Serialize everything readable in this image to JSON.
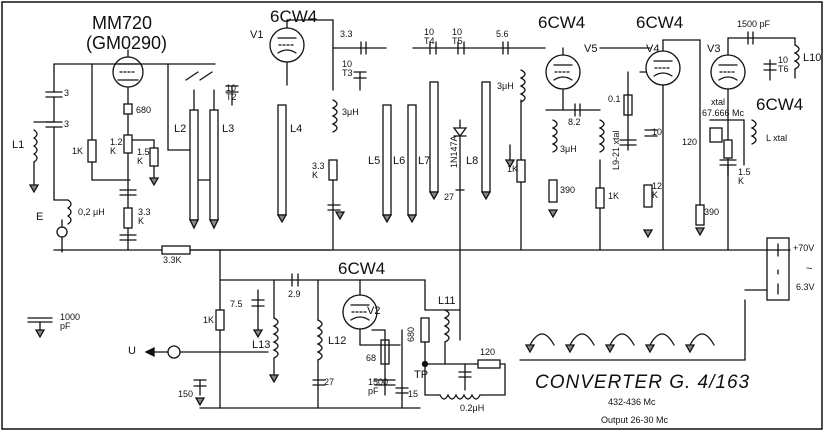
{
  "title": "CONVERTER  G. 4/163",
  "specs": {
    "input": "432-436 Mc",
    "output": "Output 26-30 Mc"
  },
  "tubes": {
    "mm720": "MM720",
    "gm0290": "(GM0290)",
    "v1_type": "6CW4",
    "v1": "V1",
    "v2_type": "6CW4",
    "v2": "V2",
    "v5_type": "6CW4",
    "v5": "V5",
    "v4_type": "6CW4",
    "v4": "V4",
    "v3_type": "6CW4",
    "v3": "V3"
  },
  "parts": {
    "c3a": "3",
    "c3b": "3",
    "l1": "L1",
    "r1k": "1K",
    "r680": "680",
    "r12k": "1.2\nK",
    "r15k": "1.5\nK",
    "r33k_v": "3.3\nK",
    "l02a": "0,2 μH",
    "e": "E",
    "r33k_h": "3.3K",
    "l2": "L2",
    "l3": "L3",
    "c10t2": "10\nT2",
    "l4": "L4",
    "c33": "3.3",
    "c10t3": "10\nT3",
    "l3uh_a": "3μH",
    "r33k_b": "3.3\nK",
    "l5": "L5",
    "l6": "L6",
    "l7": "L7",
    "d1n147a": "1N147A",
    "l8": "L8",
    "c27a": "27",
    "t4": "10\nT4",
    "t5": "10\nT5",
    "c56": "5.6",
    "l3uh_b": "3μH",
    "r1k_b": "1K",
    "c82": "8.2",
    "l3uh_c": "3μH",
    "r390a": "390",
    "l9": "L9-21 xtal",
    "r1k_c": "1K",
    "r01": "0.1",
    "c10b": "10",
    "r12k_b": "12\nK",
    "c120": "120",
    "xtal": "xtal",
    "xtal_freq": "67.666 Mc",
    "lxtal": "L  xtal",
    "r15k_b": "1.5\nK",
    "r390b": "390",
    "c1500a": "1500 pF",
    "t6": "10\nT6",
    "l10": "L10",
    "p70v": "+70V",
    "ac": "~",
    "p63v": "6.3V",
    "c1000": "1000\npF",
    "u": "U",
    "r1k_d": "1K",
    "c75": "7.5",
    "c29": "2.9",
    "l13": "L13",
    "l12": "L12",
    "c27b": "27",
    "r150": "150",
    "l11": "L11",
    "r680b": "680",
    "c68": "68",
    "c1500b": "1500\npF",
    "c15": "15",
    "tp": "TP",
    "c120b": "120",
    "l02b": "0.2μH"
  }
}
